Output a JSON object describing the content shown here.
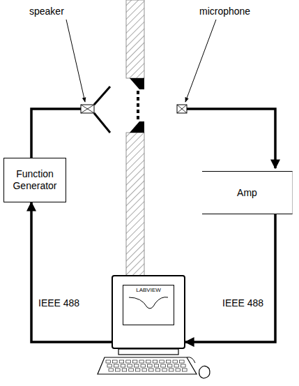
{
  "diagram": {
    "nodes": [
      {
        "text": [
          "Function Generator"
        ]
      },
      {
        "text": [
          "Amp"
        ]
      },
      {
        "text": [
          "LABVIEW"
        ]
      }
    ],
    "edges": [
      {
        "from": 1,
        "to": 2,
        "arrow": "to",
        "label": "IEEE 488"
      },
      {
        "from": 2,
        "to": 0,
        "arrow": "to",
        "label": "IEEE 488"
      }
    ],
    "labels": [
      "speaker",
      "microphone"
    ]
  }
}
